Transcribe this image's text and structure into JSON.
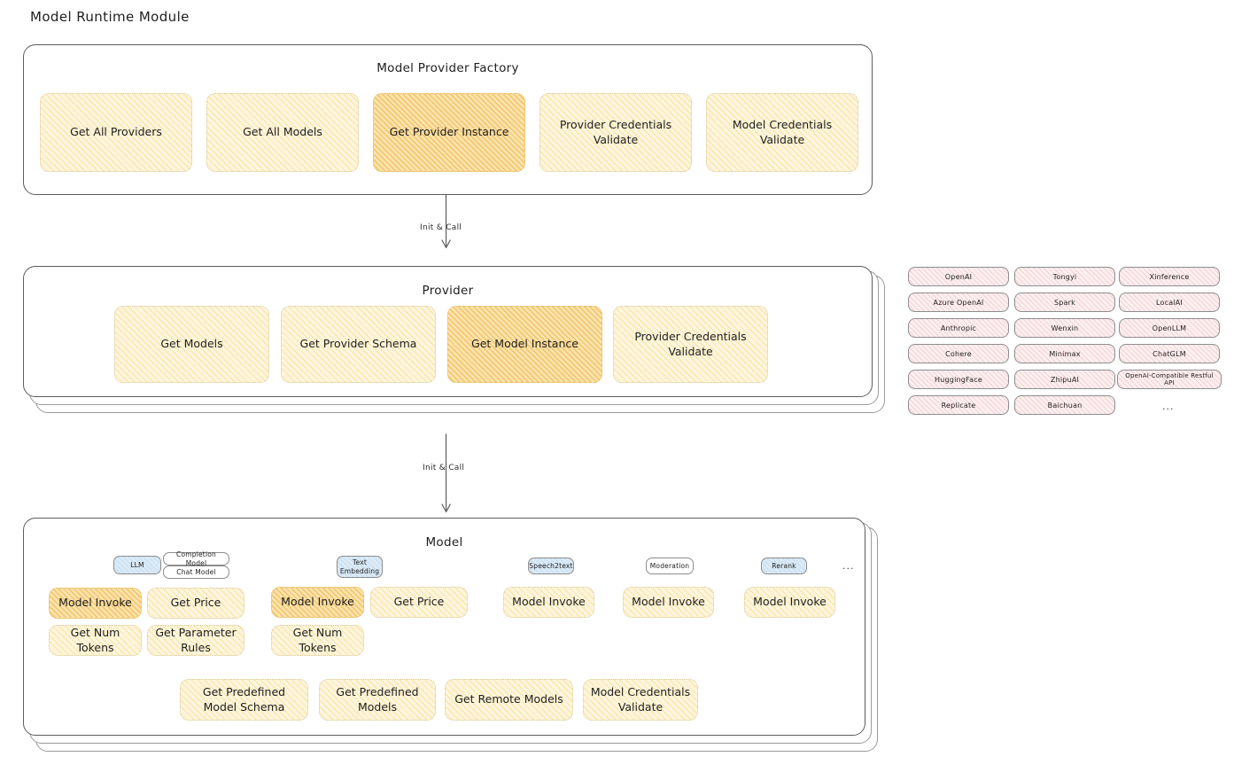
{
  "page": {
    "title": "Model Runtime Module",
    "colors": {
      "node_fill": "#fdf5dc",
      "node_highlight_fill": "#fbe3ae",
      "provider_pill_fill": "#fdf0f1",
      "badge_blue_fill": "#dbeaf6",
      "container_stroke": "#5c5c5c",
      "text": "#1e1e1e"
    }
  },
  "factory": {
    "title": "Model Provider Factory",
    "nodes": [
      {
        "label": "Get All Providers",
        "highlight": false
      },
      {
        "label": "Get All Models",
        "highlight": false
      },
      {
        "label": "Get Provider Instance",
        "highlight": true
      },
      {
        "label": "Provider Credentials Validate",
        "highlight": false
      },
      {
        "label": "Model Credentials Validate",
        "highlight": false
      }
    ]
  },
  "connectors": [
    {
      "label": "Init & Call",
      "from": "Model Provider Factory",
      "to": "Provider"
    },
    {
      "label": "Init & Call",
      "from": "Provider",
      "to": "Model"
    }
  ],
  "provider": {
    "title": "Provider",
    "stack_count": 3,
    "nodes": [
      {
        "label": "Get Models",
        "highlight": false
      },
      {
        "label": "Get Provider Schema",
        "highlight": false
      },
      {
        "label": "Get Model Instance",
        "highlight": true
      },
      {
        "label": "Provider Credentials Validate",
        "highlight": false
      }
    ]
  },
  "provider_list": {
    "ellipsis": "...",
    "columns": [
      {
        "items": [
          "OpenAI",
          "Azure OpenAI",
          "Anthropic",
          "Cohere",
          "HuggingFace",
          "Replicate"
        ]
      },
      {
        "items": [
          "Tongyi",
          "Spark",
          "Wenxin",
          "Minimax",
          "ZhipuAI",
          "Baichuan"
        ]
      },
      {
        "items": [
          "Xinference",
          "LocalAI",
          "OpenLLM",
          "ChatGLM",
          "OpenAI-Compatible Restful API"
        ]
      }
    ]
  },
  "model": {
    "title": "Model",
    "stack_count": 3,
    "ellipsis": "...",
    "types": [
      {
        "badge": "LLM",
        "badge_blue": true,
        "sub_badges": [
          "Completion Model",
          "Chat Model"
        ],
        "nodes": [
          {
            "label": "Model Invoke",
            "highlight": true
          },
          {
            "label": "Get Price",
            "highlight": false
          },
          {
            "label": "Get Num Tokens",
            "highlight": false
          },
          {
            "label": "Get Parameter Rules",
            "highlight": false
          }
        ]
      },
      {
        "badge": "Text Embedding",
        "badge_blue": true,
        "sub_badges": [],
        "nodes": [
          {
            "label": "Model Invoke",
            "highlight": true
          },
          {
            "label": "Get Price",
            "highlight": false
          },
          {
            "label": "Get Num Tokens",
            "highlight": false
          }
        ]
      },
      {
        "badge": "Speech2text",
        "badge_blue": true,
        "sub_badges": [],
        "nodes": [
          {
            "label": "Model Invoke",
            "highlight": false
          }
        ]
      },
      {
        "badge": "Moderation",
        "badge_blue": false,
        "sub_badges": [],
        "nodes": [
          {
            "label": "Model Invoke",
            "highlight": false
          }
        ]
      },
      {
        "badge": "Rerank",
        "badge_blue": true,
        "sub_badges": [],
        "nodes": [
          {
            "label": "Model Invoke",
            "highlight": false
          }
        ]
      }
    ],
    "common_nodes": [
      {
        "label": "Get Predefined Model Schema",
        "highlight": false
      },
      {
        "label": "Get Predefined Models",
        "highlight": false
      },
      {
        "label": "Get Remote Models",
        "highlight": false
      },
      {
        "label": "Model Credentials Validate",
        "highlight": false
      }
    ]
  }
}
